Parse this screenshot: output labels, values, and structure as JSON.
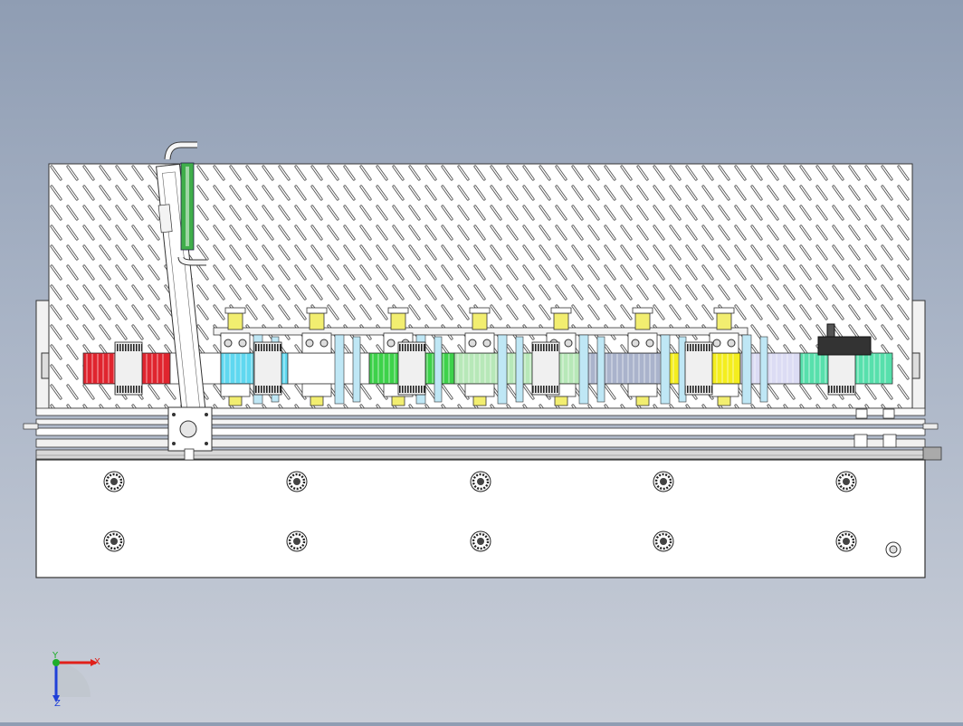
{
  "viewport": {
    "background_top": "#8f9db3",
    "background_bottom": "#c9ced8"
  },
  "triad": {
    "x_label": "X",
    "y_label": "Y",
    "z_label": "Z",
    "x_color": "#e0201a",
    "y_color": "#1fae2a",
    "z_color": "#2040d8"
  },
  "colors": {
    "belt_red": "#e0242e",
    "belt_cyan": "#5fd8f0",
    "belt_green": "#3dd24a",
    "belt_mint": "#b7e8b8",
    "belt_slate": "#aab3cc",
    "belt_yellow": "#f4ee1e",
    "belt_lavender": "#dcdcf4",
    "belt_teal": "#57e0ac",
    "panel_fill": "#ffffff",
    "line": "#3a3a3a"
  }
}
